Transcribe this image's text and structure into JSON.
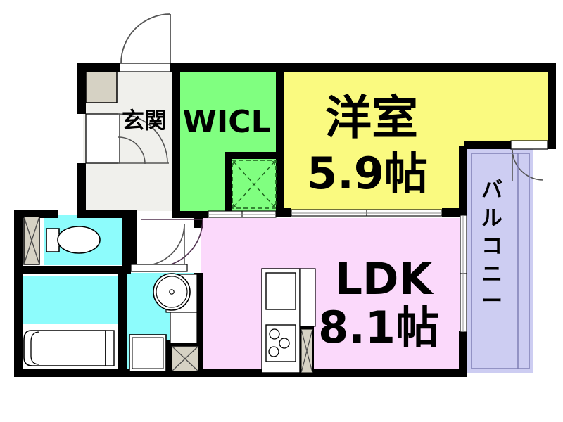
{
  "document": {
    "type": "floor-plan",
    "title": "1LDK apartment floor plan",
    "unit_notation": "帖 (jo / tatami mats)"
  },
  "colors": {
    "wall": "#000000",
    "bedroom_fill": "#FAFA80",
    "wicl_fill": "#80FF80",
    "ldk_fill": "#FBD9FB",
    "water_fill": "#8DFCFC",
    "balcony_fill": "#CDCDF2",
    "corridor_fill": "#F0F0EC",
    "closet_fill": "#D6D2C4",
    "fixture_fill": "#FFFFFF",
    "line": "#000000"
  },
  "rooms": [
    {
      "id": "bedroom",
      "name_label": "洋室",
      "size_label": "5.9帖",
      "size_value": 5.9,
      "unit": "帖",
      "fill": "#FAFA80"
    },
    {
      "id": "ldk",
      "name_label": "LDK",
      "size_label": "8.1帖",
      "size_value": 8.1,
      "unit": "帖",
      "fill": "#FBD9FB"
    },
    {
      "id": "wicl",
      "name_label": "WICL",
      "size_label": "",
      "fill": "#80FF80"
    },
    {
      "id": "entrance",
      "name_label": "玄関",
      "size_label": "",
      "fill": "#F0F0EC"
    },
    {
      "id": "balcony",
      "name_label": "バルコニー",
      "size_label": "",
      "fill": "#CDCDF2",
      "orientation": "vertical"
    }
  ],
  "balcony_chars": [
    "バ",
    "ル",
    "コ",
    "ニ",
    "ー"
  ],
  "fixtures": [
    {
      "id": "toilet",
      "name": "toilet-fixture"
    },
    {
      "id": "bathtub",
      "name": "bathtub-fixture"
    },
    {
      "id": "washbasin",
      "name": "washbasin-fixture"
    },
    {
      "id": "washing-machine",
      "name": "washing-machine-pan"
    },
    {
      "id": "kitchen-sink",
      "name": "kitchen-sink"
    },
    {
      "id": "stove",
      "name": "three-burner-stove"
    },
    {
      "id": "wicl-shelf",
      "name": "wicl-storage-shelf"
    },
    {
      "id": "entry-closet",
      "name": "entry-shoe-closet"
    },
    {
      "id": "toilet-closet",
      "name": "toilet-side-closet"
    },
    {
      "id": "washroom-closet",
      "name": "washroom-storage-closet"
    }
  ],
  "openings": [
    {
      "id": "entrance-door",
      "name": "entrance-door-swing"
    },
    {
      "id": "entrance-inner-door",
      "name": "entrance-inner-door-swing"
    },
    {
      "id": "ldk-door",
      "name": "ldk-entry-door-swing"
    },
    {
      "id": "washroom-door",
      "name": "washroom-door-swing"
    },
    {
      "id": "balcony-top-door",
      "name": "balcony-upper-door-swing"
    },
    {
      "id": "bedroom-sliding",
      "name": "bedroom-ldk-sliding-door"
    },
    {
      "id": "wicl-sliding",
      "name": "wicl-ldk-sliding-door"
    },
    {
      "id": "balcony-sliding",
      "name": "ldk-balcony-sliding-door"
    }
  ]
}
